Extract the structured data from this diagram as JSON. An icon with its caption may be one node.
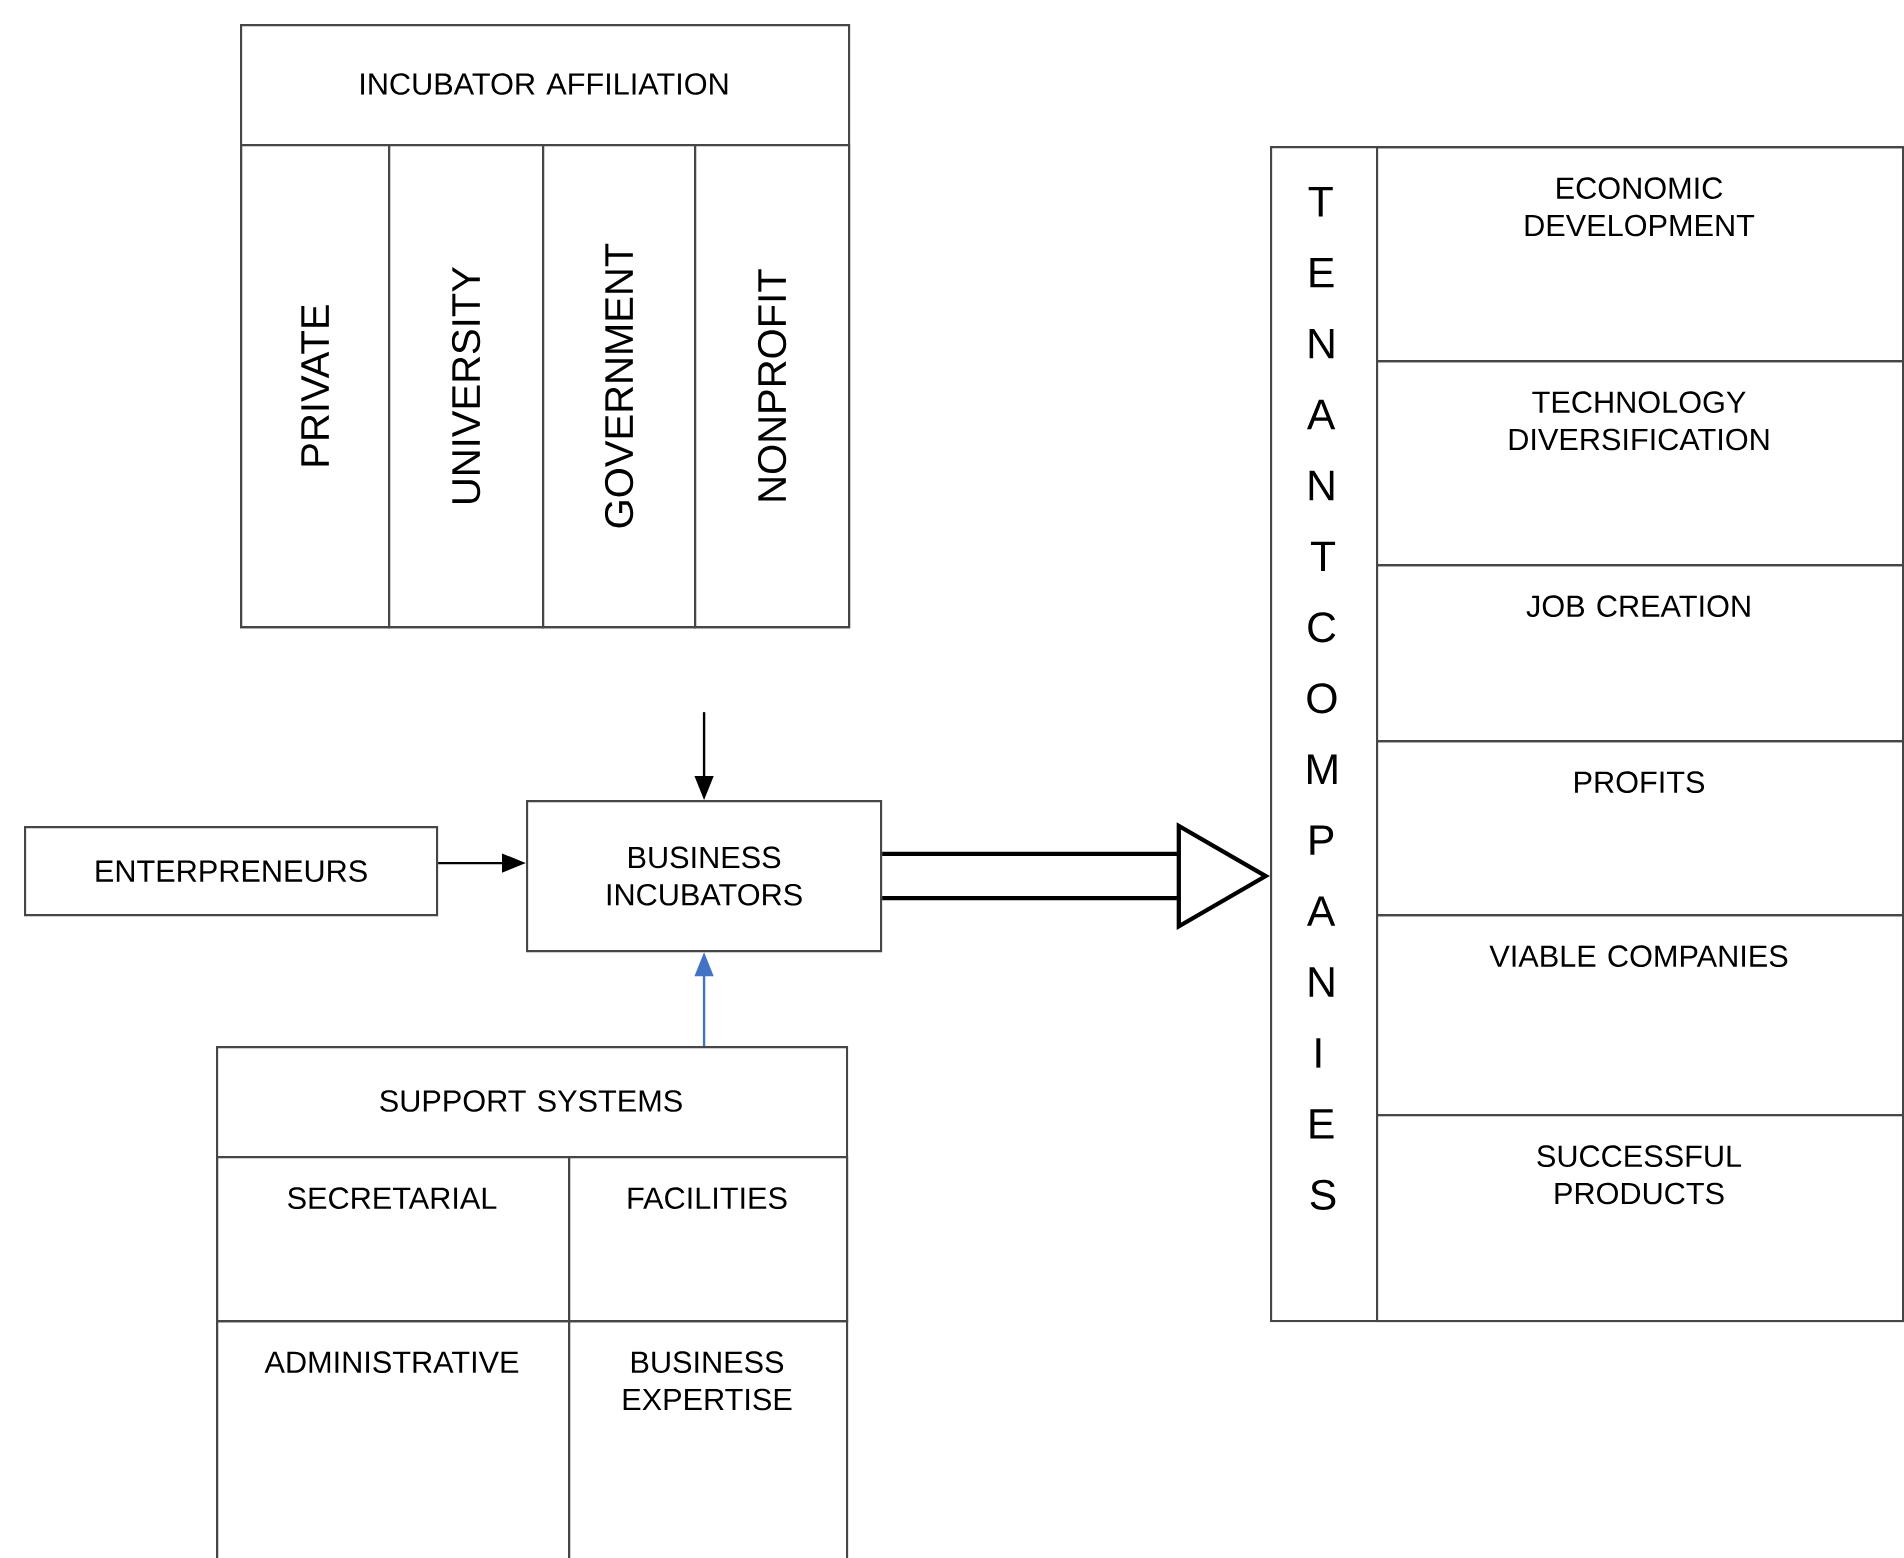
{
  "diagram": {
    "nodes": [
      {
        "text": [
          "INCUBATOR AFFILIATION"
        ]
      },
      {
        "text": [
          "PRIVATE"
        ],
        "in": 0
      },
      {
        "text": [
          "UNIVERSITY"
        ],
        "in": 0
      },
      {
        "text": [
          "GOVERNMENT"
        ],
        "in": 0
      },
      {
        "text": [
          "NONPROFIT"
        ],
        "in": 0
      },
      {
        "text": [
          "ENTERPRENEURS"
        ]
      },
      {
        "text": [
          "BUSINESS INCUBATORS"
        ]
      },
      {
        "text": [
          "SUPPORT SYSTEMS"
        ]
      },
      {
        "text": [
          "SECRETARIAL"
        ],
        "in": 7
      },
      {
        "text": [
          "FACILITIES"
        ],
        "in": 7
      },
      {
        "text": [
          "ADMINISTRATIVE"
        ],
        "in": 7
      },
      {
        "text": [
          "BUSINESS EXPERTISE"
        ],
        "in": 7
      },
      {
        "text": [
          "TENANT COMPANIES"
        ]
      },
      {
        "text": [
          "ECONOMIC DEVELOPMENT"
        ],
        "in": 12
      },
      {
        "text": [
          "TECHNOLOGY DIVERSIFICATION"
        ],
        "in": 12
      },
      {
        "text": [
          "JOB CREATION"
        ],
        "in": 12
      },
      {
        "text": [
          "PROFITS"
        ],
        "in": 12
      },
      {
        "text": [
          "VIABLE COMPANIES"
        ],
        "in": 12
      },
      {
        "text": [
          "SUCCESSFUL PRODUCTS"
        ],
        "in": 12
      }
    ],
    "edges": [
      {
        "from": 0,
        "to": 6,
        "arrow": "to"
      },
      {
        "from": 5,
        "to": 6,
        "arrow": "to"
      },
      {
        "from": 7,
        "to": 6,
        "arrow": "to",
        "color": "#4472c4"
      },
      {
        "from": 6,
        "to": 12,
        "arrow": "to",
        "style": "thick"
      }
    ]
  }
}
